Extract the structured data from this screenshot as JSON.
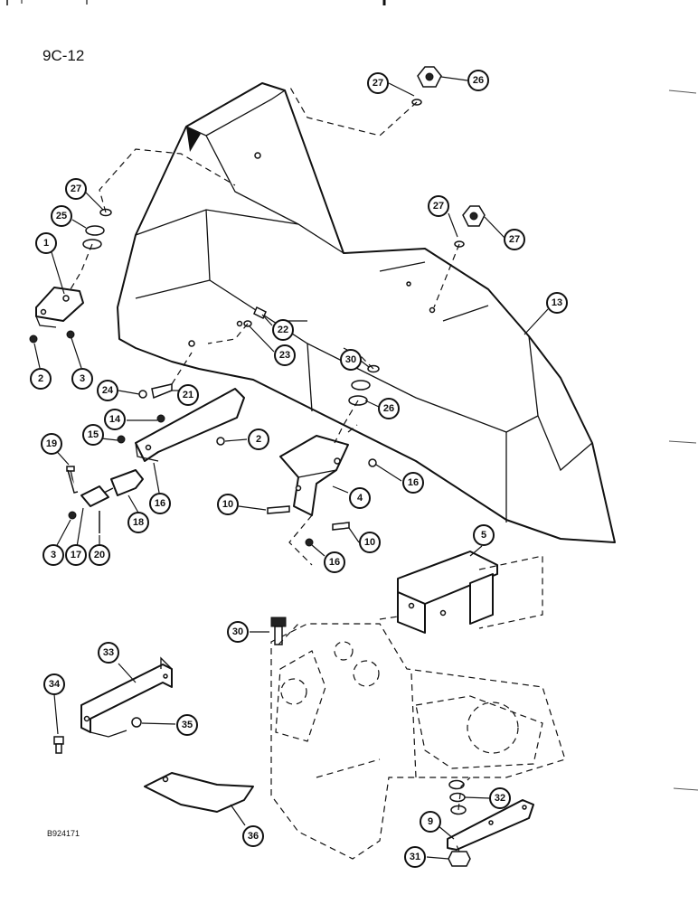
{
  "page": {
    "section_number": "9C-12",
    "drawing_code": "B924171"
  },
  "callouts": [
    {
      "id": "c1",
      "label": "1"
    },
    {
      "id": "c2a",
      "label": "2"
    },
    {
      "id": "c2b",
      "label": "2"
    },
    {
      "id": "c3a",
      "label": "3"
    },
    {
      "id": "c3b",
      "label": "3"
    },
    {
      "id": "c4",
      "label": "4"
    },
    {
      "id": "c5",
      "label": "5"
    },
    {
      "id": "c9",
      "label": "9"
    },
    {
      "id": "c10a",
      "label": "10"
    },
    {
      "id": "c10b",
      "label": "10"
    },
    {
      "id": "c13",
      "label": "13"
    },
    {
      "id": "c14",
      "label": "14"
    },
    {
      "id": "c15",
      "label": "15"
    },
    {
      "id": "c16a",
      "label": "16"
    },
    {
      "id": "c16b",
      "label": "16"
    },
    {
      "id": "c16c",
      "label": "16"
    },
    {
      "id": "c17",
      "label": "17"
    },
    {
      "id": "c18",
      "label": "18"
    },
    {
      "id": "c19",
      "label": "19"
    },
    {
      "id": "c20",
      "label": "20"
    },
    {
      "id": "c21",
      "label": "21"
    },
    {
      "id": "c22",
      "label": "22"
    },
    {
      "id": "c23",
      "label": "23"
    },
    {
      "id": "c24",
      "label": "24"
    },
    {
      "id": "c25a",
      "label": "25"
    },
    {
      "id": "c25b",
      "label": "25"
    },
    {
      "id": "c26a",
      "label": "26"
    },
    {
      "id": "c26b",
      "label": "26"
    },
    {
      "id": "c27a",
      "label": "27"
    },
    {
      "id": "c27b",
      "label": "27"
    },
    {
      "id": "c27c",
      "label": "27"
    },
    {
      "id": "c27d",
      "label": "27"
    },
    {
      "id": "c30",
      "label": "30"
    },
    {
      "id": "c31",
      "label": "31"
    },
    {
      "id": "c32",
      "label": "32"
    },
    {
      "id": "c33",
      "label": "33"
    },
    {
      "id": "c34",
      "label": "34"
    },
    {
      "id": "c35",
      "label": "35"
    },
    {
      "id": "c36",
      "label": "36"
    }
  ]
}
